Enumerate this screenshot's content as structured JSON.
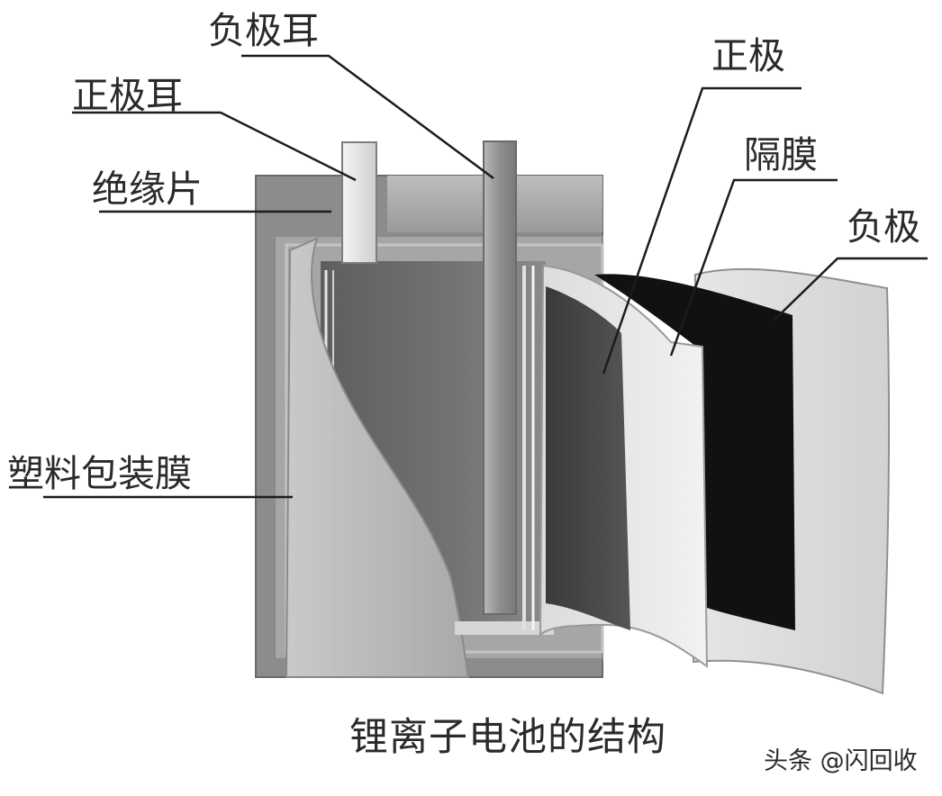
{
  "labels": {
    "negative_tab": "负极耳",
    "positive_tab": "正极耳",
    "insulating_sheet": "绝缘片",
    "plastic_film": "塑料包装膜",
    "positive_electrode": "正极",
    "separator": "隔膜",
    "negative_electrode": "负极"
  },
  "caption": "锂离子电池的结构",
  "watermark": "头条 @闪回收",
  "colors": {
    "background": "#ffffff",
    "leader_line": "#1c1c1c",
    "text": "#2a2a2a"
  }
}
